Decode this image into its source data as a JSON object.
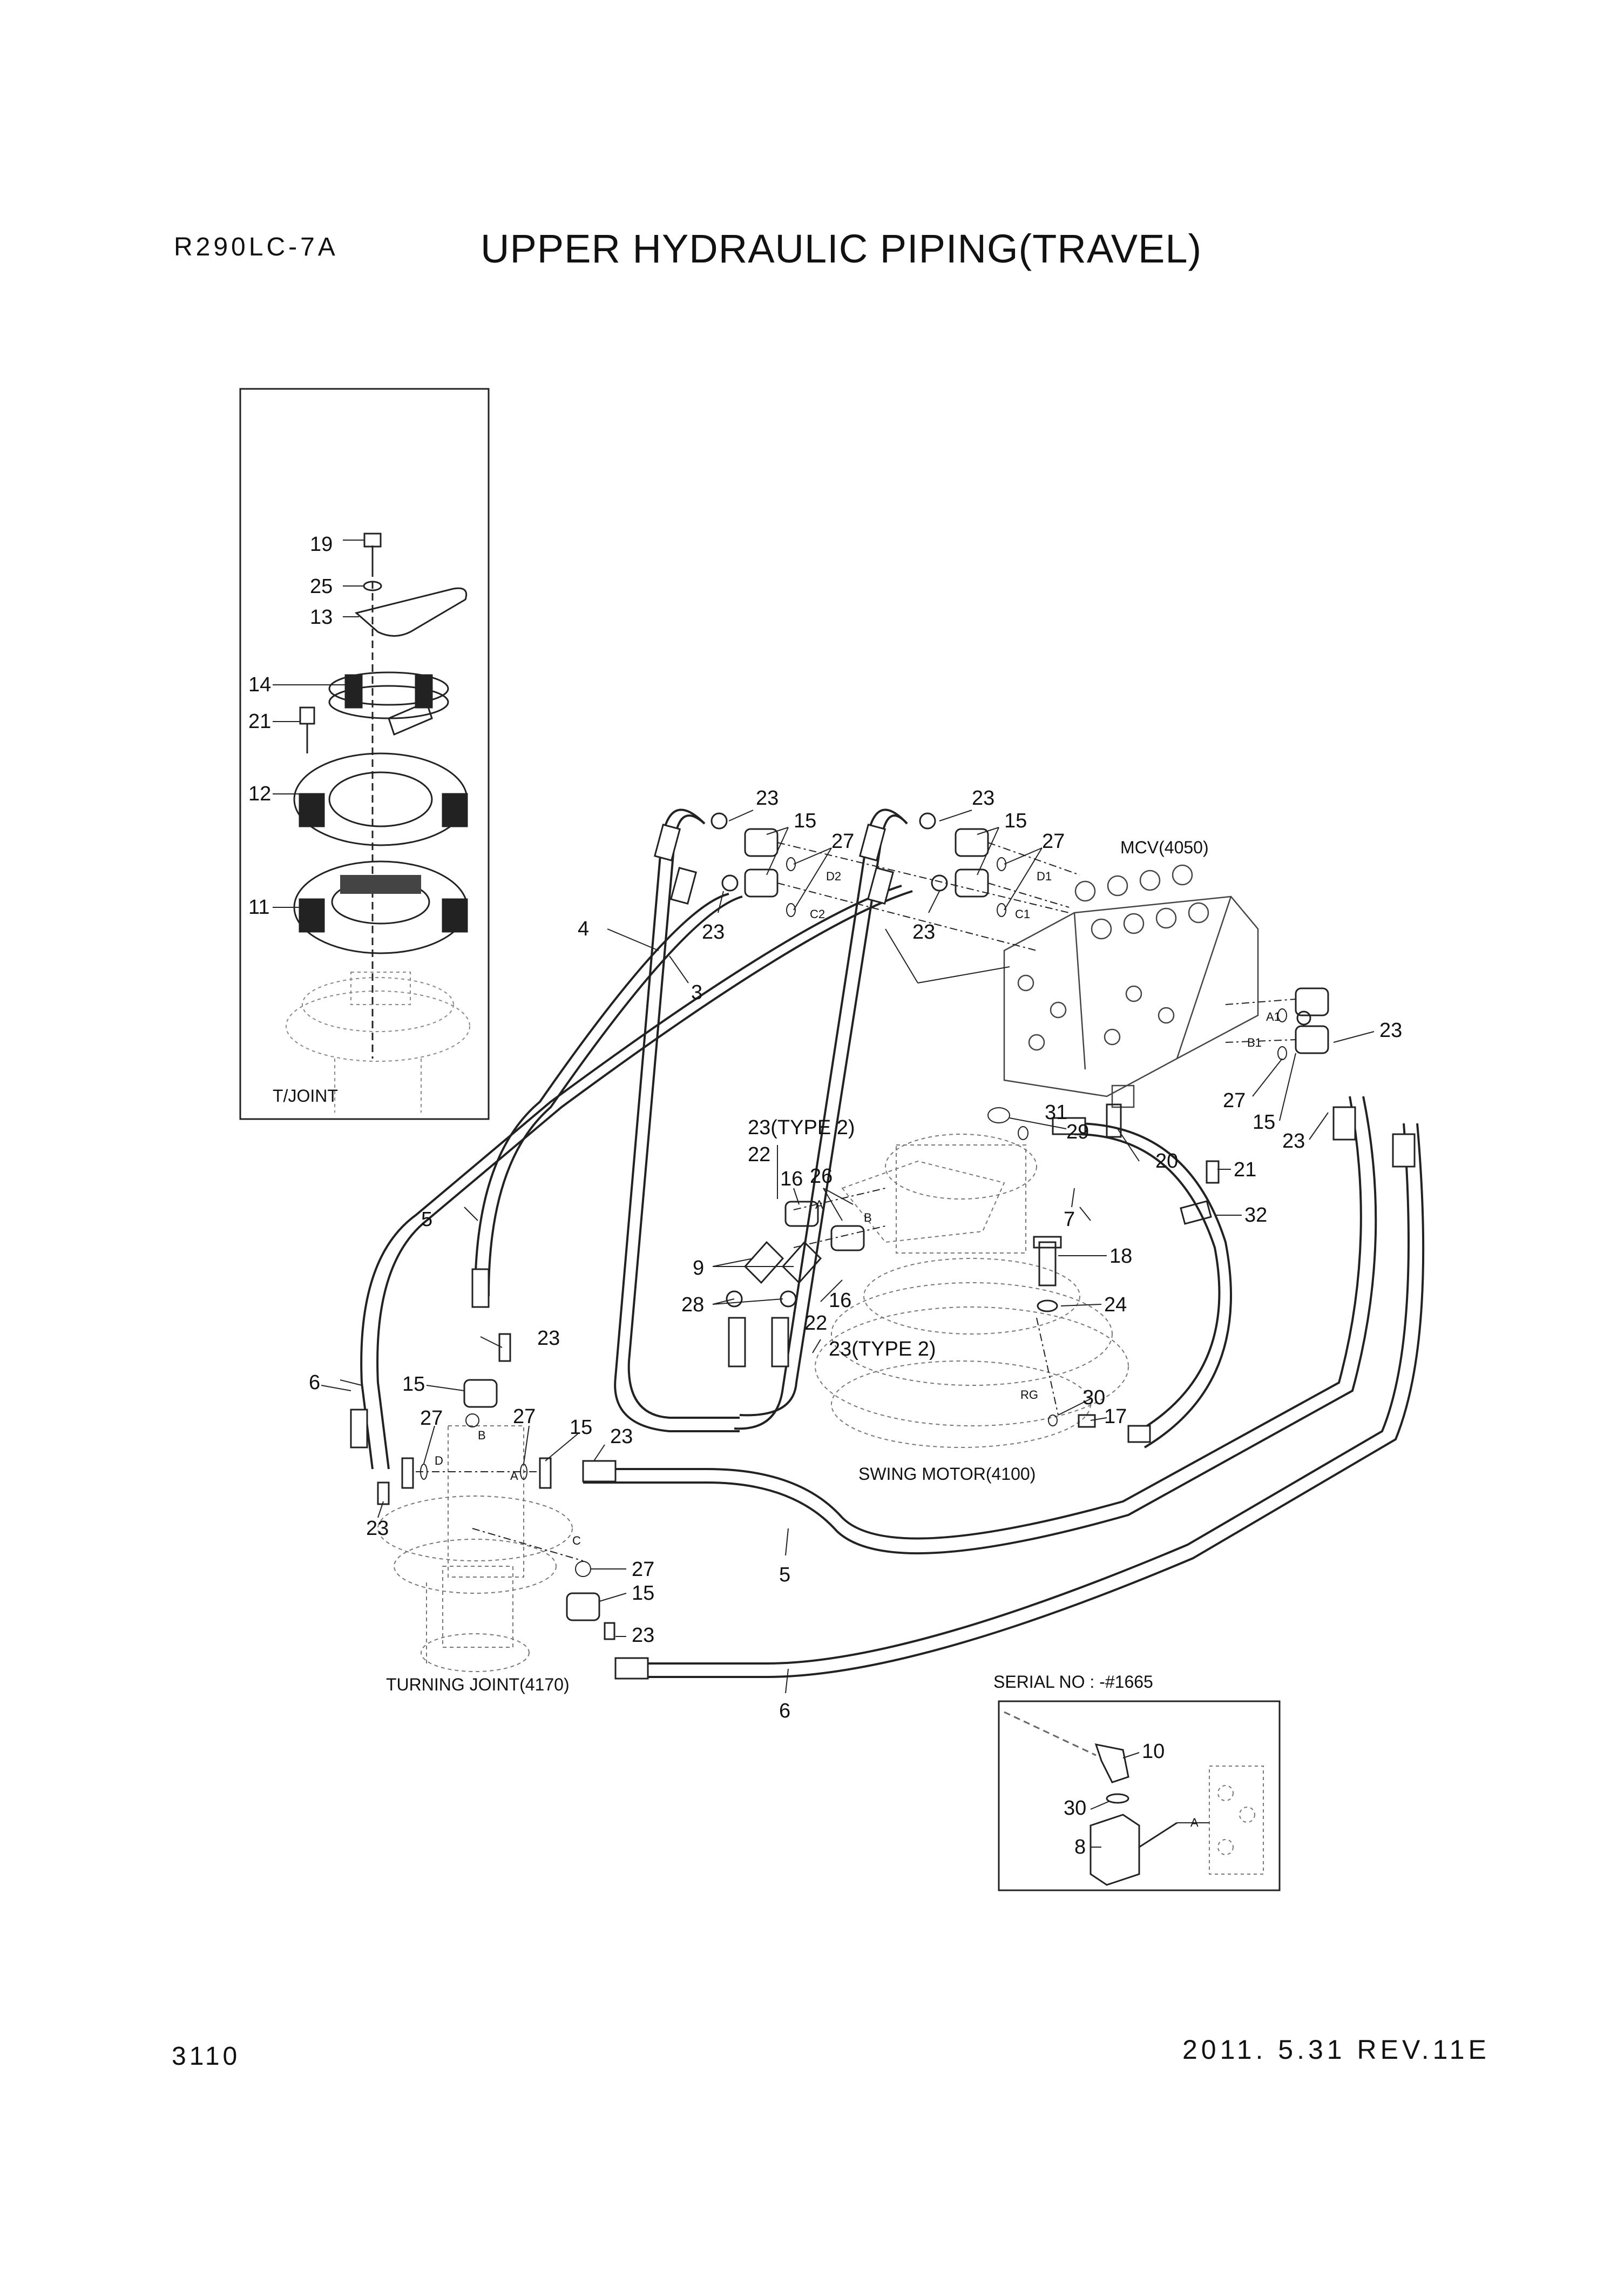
{
  "header": {
    "model": "R290LC-7A",
    "title": "UPPER HYDRAULIC PIPING(TRAVEL)"
  },
  "footer": {
    "page_number": "3110",
    "revision": "2011. 5.31  REV.11E"
  },
  "components": {
    "tjoint": "T/JOINT",
    "mcv": "MCV(4050)",
    "swing_motor": "SWING MOTOR(4100)",
    "turning_joint": "TURNING JOINT(4170)",
    "serial_note": "SERIAL NO : -#1665"
  },
  "parts": {
    "p3": "3",
    "p4": "4",
    "p5": "5",
    "p6": "6",
    "p7": "7",
    "p8": "8",
    "p9": "9",
    "p10": "10",
    "p11": "11",
    "p12": "12",
    "p13": "13",
    "p14": "14",
    "p15": "15",
    "p16": "16",
    "p17": "17",
    "p18": "18",
    "p19": "19",
    "p20": "20",
    "p21": "21",
    "p22": "22",
    "p23": "23",
    "p23_type2": "23(TYPE 2)",
    "p24": "24",
    "p25": "25",
    "p26": "26",
    "p27": "27",
    "p28": "28",
    "p29": "29",
    "p30": "30",
    "p31": "31",
    "p32": "32"
  },
  "ports": {
    "a": "A",
    "b": "B",
    "c": "C",
    "d": "D",
    "a1": "A1",
    "b1": "B1",
    "c1": "C1",
    "c2": "C2",
    "d1": "D1",
    "d2": "D2",
    "rg": "RG"
  }
}
